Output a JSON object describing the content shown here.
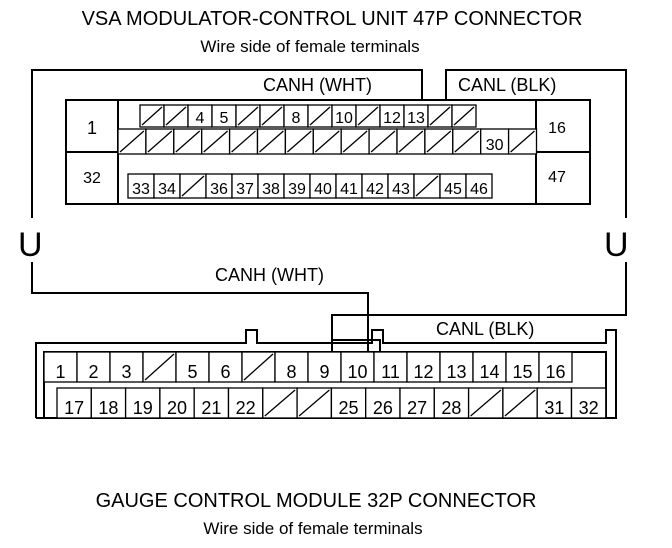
{
  "vsa": {
    "title": "VSA MODULATOR-CONTROL UNIT 47P CONNECTOR",
    "subtitle": "Wire side of female terminals",
    "canh_label": "CANH (WHT)",
    "canl_label": "CANL (BLK)",
    "corner_pins": {
      "top_left": "1",
      "bottom_left": "32",
      "top_right": "16",
      "bottom_right": "47"
    },
    "row1": [
      "",
      "",
      "4",
      "5",
      "",
      "",
      "8",
      "",
      "10",
      "",
      "12",
      "13",
      "",
      ""
    ],
    "row2": [
      "",
      "",
      "",
      "",
      "",
      "",
      "",
      "",
      "",
      "",
      "",
      "",
      "",
      "30",
      ""
    ],
    "row3": [
      "33",
      "34",
      "",
      "36",
      "37",
      "38",
      "39",
      "40",
      "41",
      "42",
      "43",
      "",
      "45",
      "46"
    ]
  },
  "gauge": {
    "title": "GAUGE CONTROL MODULE 32P CONNECTOR",
    "subtitle": "Wire side of female terminals",
    "canh_label": "CANH (WHT)",
    "canl_label": "CANL (BLK)",
    "row1": [
      "1",
      "2",
      "3",
      "",
      "5",
      "6",
      "",
      "8",
      "9",
      "10",
      "11",
      "12",
      "13",
      "14",
      "15",
      "16"
    ],
    "row2": [
      "17",
      "18",
      "19",
      "20",
      "21",
      "22",
      "",
      "",
      "25",
      "26",
      "27",
      "28",
      "",
      "",
      "31",
      "32"
    ]
  },
  "junction_symbol": "U"
}
